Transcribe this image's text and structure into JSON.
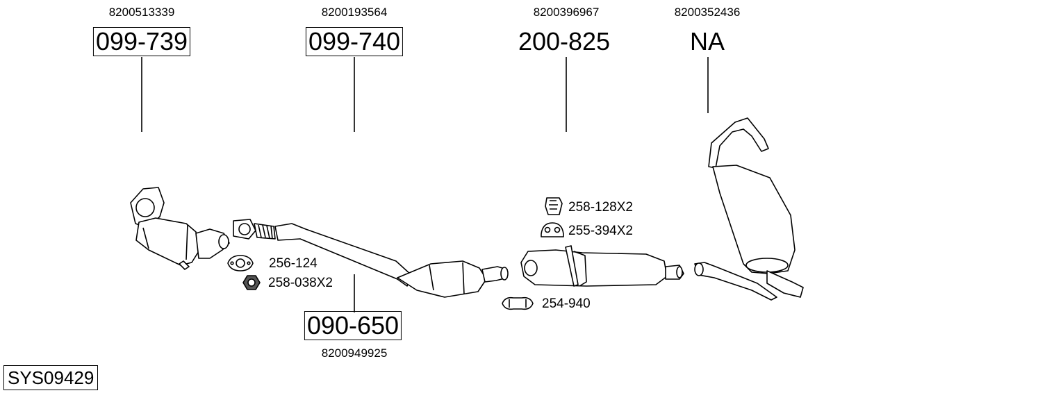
{
  "system_code": "SYS09429",
  "parts": [
    {
      "id": "p1",
      "oe_number": "8200513339",
      "part_code": "099-739",
      "boxed": true
    },
    {
      "id": "p2",
      "oe_number": "8200193564",
      "part_code": "099-740",
      "boxed": true
    },
    {
      "id": "p3",
      "oe_number": "8200396967",
      "part_code": "200-825",
      "boxed": false
    },
    {
      "id": "p4",
      "oe_number": "8200352436",
      "part_code": "NA",
      "boxed": false
    },
    {
      "id": "p5",
      "oe_number": "8200949925",
      "part_code": "090-650",
      "boxed": true
    }
  ],
  "accessories": [
    {
      "code": "256-124",
      "icon": "gasket-icon"
    },
    {
      "code": "258-038X2",
      "icon": "nut-icon"
    },
    {
      "code": "258-128X2",
      "icon": "rubber-hanger-icon"
    },
    {
      "code": "255-394X2",
      "icon": "rubber-mount-icon"
    },
    {
      "code": "254-940",
      "icon": "clamp-icon"
    }
  ]
}
